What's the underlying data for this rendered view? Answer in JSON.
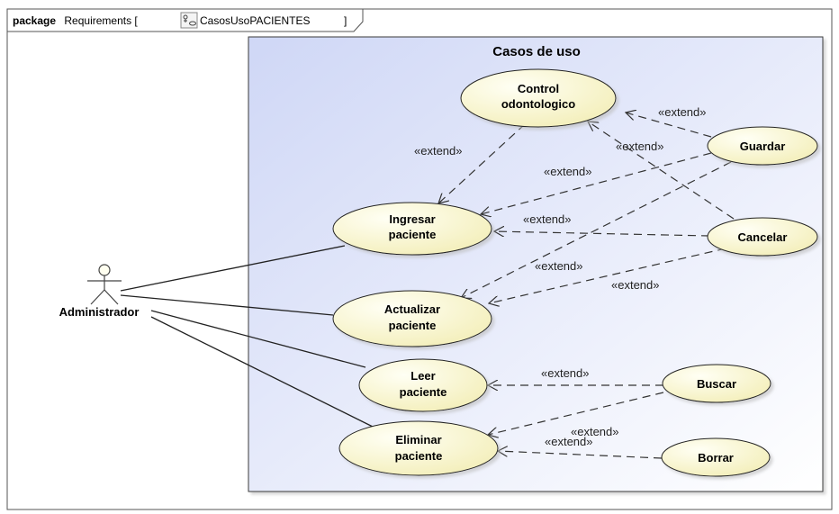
{
  "package": {
    "keyword": "package",
    "name": "Requirements [",
    "diagram_name": "CasosUsoPACIENTES",
    "close_bracket": "]"
  },
  "system": {
    "title": "Casos de uso"
  },
  "actor": {
    "name": "Administrador"
  },
  "use_cases": {
    "control": [
      "Control",
      "odontologico"
    ],
    "ingresar": [
      "Ingresar",
      "paciente"
    ],
    "actualizar": [
      "Actualizar",
      "paciente"
    ],
    "leer": [
      "Leer",
      "paciente"
    ],
    "eliminar": [
      "Eliminar",
      "paciente"
    ],
    "guardar": [
      "Guardar"
    ],
    "cancelar": [
      "Cancelar"
    ],
    "buscar": [
      "Buscar"
    ],
    "borrar": [
      "Borrar"
    ]
  },
  "stereotype": "«extend»",
  "colors": {
    "system_fill_light": "#f2f4ff",
    "system_fill_dark": "#cdd5f7",
    "use_case_fill_light": "#fffff0",
    "use_case_fill_dark": "#f5f0b8",
    "line": "#333333"
  }
}
